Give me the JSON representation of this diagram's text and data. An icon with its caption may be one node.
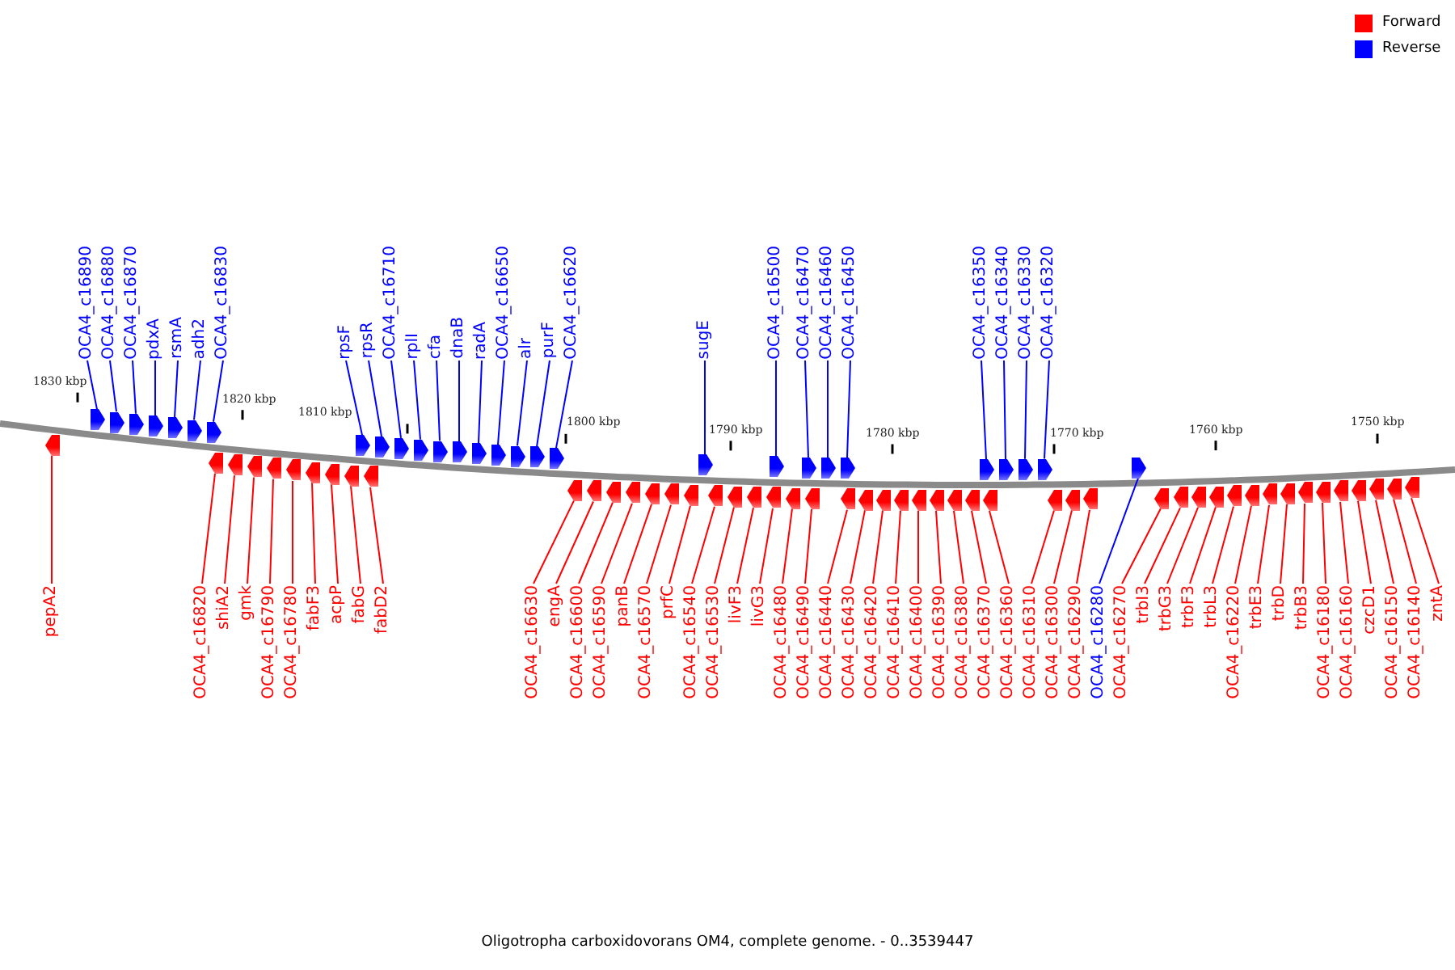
{
  "diagram": {
    "caption": "Oligotropha carboxidovorans OM4, complete genome. - 0..3539447",
    "nodes": [
      {
        "text": [
          "OCA4_c16890"
        ]
      },
      {
        "text": [
          "OCA4_c16880"
        ]
      },
      {
        "text": [
          "OCA4_c16870"
        ]
      },
      {
        "text": [
          "pdxA"
        ]
      },
      {
        "text": [
          "rsmA"
        ]
      },
      {
        "text": [
          "adh2"
        ]
      },
      {
        "text": [
          "OCA4_c16830"
        ]
      },
      {
        "text": [
          "rpsF"
        ]
      },
      {
        "text": [
          "rpsR"
        ]
      },
      {
        "text": [
          "OCA4_c16710"
        ]
      },
      {
        "text": [
          "rplI"
        ]
      },
      {
        "text": [
          "cfa"
        ]
      },
      {
        "text": [
          "dnaB"
        ]
      },
      {
        "text": [
          "radA"
        ]
      },
      {
        "text": [
          "OCA4_c16650"
        ]
      },
      {
        "text": [
          "alr"
        ]
      },
      {
        "text": [
          "purF"
        ]
      },
      {
        "text": [
          "OCA4_c16620"
        ]
      },
      {
        "text": [
          "sugE"
        ]
      },
      {
        "text": [
          "OCA4_c16500"
        ]
      },
      {
        "text": [
          "OCA4_c16470"
        ]
      },
      {
        "text": [
          "OCA4_c16460"
        ]
      },
      {
        "text": [
          "OCA4_c16450"
        ]
      },
      {
        "text": [
          "OCA4_c16350"
        ]
      },
      {
        "text": [
          "OCA4_c16340"
        ]
      },
      {
        "text": [
          "OCA4_c16330"
        ]
      },
      {
        "text": [
          "OCA4_c16320"
        ]
      },
      {
        "text": [
          "pepA2"
        ]
      },
      {
        "text": [
          "OCA4_c16820"
        ]
      },
      {
        "text": [
          "shiA2"
        ]
      },
      {
        "text": [
          "gmk"
        ]
      },
      {
        "text": [
          "OCA4_c16790"
        ]
      },
      {
        "text": [
          "OCA4_c16780"
        ]
      },
      {
        "text": [
          "fabF3"
        ]
      },
      {
        "text": [
          "acpP"
        ]
      },
      {
        "text": [
          "fabG"
        ]
      },
      {
        "text": [
          "fabD2"
        ]
      },
      {
        "text": [
          "OCA4_c16630"
        ]
      },
      {
        "text": [
          "engA"
        ]
      },
      {
        "text": [
          "OCA4_c16600"
        ]
      },
      {
        "text": [
          "OCA4_c16590"
        ]
      },
      {
        "text": [
          "panB"
        ]
      },
      {
        "text": [
          "OCA4_c16570"
        ]
      },
      {
        "text": [
          "prfC"
        ]
      },
      {
        "text": [
          "OCA4_c16540"
        ]
      },
      {
        "text": [
          "OCA4_c16530"
        ]
      },
      {
        "text": [
          "livF3"
        ]
      },
      {
        "text": [
          "livG3"
        ]
      },
      {
        "text": [
          "OCA4_c16480"
        ]
      },
      {
        "text": [
          "OCA4_c16490"
        ]
      },
      {
        "text": [
          "OCA4_c16440"
        ]
      },
      {
        "text": [
          "OCA4_c16430"
        ]
      },
      {
        "text": [
          "OCA4_c16420"
        ]
      },
      {
        "text": [
          "OCA4_c16410"
        ]
      },
      {
        "text": [
          "OCA4_c16400"
        ]
      },
      {
        "text": [
          "OCA4_c16390"
        ]
      },
      {
        "text": [
          "OCA4_c16380"
        ]
      },
      {
        "text": [
          "OCA4_c16370"
        ]
      },
      {
        "text": [
          "OCA4_c16360"
        ]
      },
      {
        "text": [
          "OCA4_c16310"
        ]
      },
      {
        "text": [
          "OCA4_c16300"
        ]
      },
      {
        "text": [
          "OCA4_c16290"
        ]
      },
      {
        "text": [
          "OCA4_c16280"
        ]
      },
      {
        "text": [
          "OCA4_c16270"
        ]
      },
      {
        "text": [
          "trbI3"
        ]
      },
      {
        "text": [
          "trbG3"
        ]
      },
      {
        "text": [
          "trbF3"
        ]
      },
      {
        "text": [
          "trbL3"
        ]
      },
      {
        "text": [
          "OCA4_c16220"
        ]
      },
      {
        "text": [
          "trbE3"
        ]
      },
      {
        "text": [
          "trbD"
        ]
      },
      {
        "text": [
          "trbB3"
        ]
      },
      {
        "text": [
          "OCA4_c16180"
        ]
      },
      {
        "text": [
          "OCA4_c16160"
        ]
      },
      {
        "text": [
          "czcD1"
        ]
      },
      {
        "text": [
          "OCA4_c16150"
        ]
      },
      {
        "text": [
          "OCA4_c16140"
        ]
      },
      {
        "text": [
          "zntA"
        ]
      },
      {
        "text": [],
        "shape": "arrow"
      },
      {
        "text": [],
        "shape": "arrow"
      },
      {
        "text": [],
        "shape": "arrow"
      },
      {
        "text": [],
        "shape": "arrow"
      },
      {
        "text": [],
        "shape": "arrow"
      },
      {
        "text": [],
        "shape": "arrow"
      },
      {
        "text": [],
        "shape": "arrow"
      },
      {
        "text": [],
        "shape": "arrow"
      },
      {
        "text": [],
        "shape": "arrow"
      },
      {
        "text": [],
        "shape": "arrow"
      },
      {
        "text": [],
        "shape": "arrow"
      },
      {
        "text": [],
        "shape": "arrow"
      },
      {
        "text": [],
        "shape": "arrow"
      },
      {
        "text": [],
        "shape": "arrow"
      },
      {
        "text": [],
        "shape": "arrow"
      },
      {
        "text": [],
        "shape": "arrow"
      },
      {
        "text": [],
        "shape": "arrow"
      },
      {
        "text": [],
        "shape": "arrow"
      },
      {
        "text": [],
        "shape": "arrow"
      },
      {
        "text": [],
        "shape": "arrow"
      },
      {
        "text": [],
        "shape": "arrow"
      },
      {
        "text": [],
        "shape": "arrow"
      },
      {
        "text": [],
        "shape": "arrow"
      },
      {
        "text": [],
        "shape": "arrow"
      },
      {
        "text": [],
        "shape": "arrow"
      },
      {
        "text": [],
        "shape": "arrow"
      },
      {
        "text": [],
        "shape": "arrow"
      },
      {
        "text": [],
        "shape": "arrow"
      },
      {
        "text": [],
        "shape": "arrow"
      },
      {
        "text": [],
        "shape": "arrow"
      },
      {
        "text": [],
        "shape": "arrow"
      },
      {
        "text": [],
        "shape": "arrow"
      },
      {
        "text": [],
        "shape": "arrow"
      },
      {
        "text": [],
        "shape": "arrow"
      },
      {
        "text": [],
        "shape": "arrow"
      },
      {
        "text": [],
        "shape": "arrow"
      },
      {
        "text": [],
        "shape": "arrow"
      },
      {
        "text": [],
        "shape": "arrow"
      },
      {
        "text": [],
        "shape": "arrow"
      },
      {
        "text": [],
        "shape": "arrow"
      },
      {
        "text": [],
        "shape": "arrow"
      },
      {
        "text": [],
        "shape": "arrow"
      },
      {
        "text": [],
        "shape": "arrow"
      },
      {
        "text": [],
        "shape": "arrow"
      },
      {
        "text": [],
        "shape": "arrow"
      },
      {
        "text": [],
        "shape": "arrow"
      },
      {
        "text": [],
        "shape": "arrow"
      },
      {
        "text": [],
        "shape": "arrow"
      },
      {
        "text": [],
        "shape": "arrow"
      },
      {
        "text": [],
        "shape": "arrow"
      },
      {
        "text": [],
        "shape": "arrow"
      },
      {
        "text": [],
        "shape": "arrow"
      },
      {
        "text": [],
        "shape": "arrow"
      },
      {
        "text": [],
        "shape": "arrow"
      },
      {
        "text": [],
        "shape": "arrow"
      },
      {
        "text": [],
        "shape": "arrow"
      },
      {
        "text": [],
        "shape": "arrow"
      },
      {
        "text": [],
        "shape": "arrow"
      },
      {
        "text": [],
        "shape": "arrow"
      },
      {
        "text": [],
        "shape": "arrow"
      },
      {
        "text": [],
        "shape": "arrow"
      },
      {
        "text": [],
        "shape": "arrow"
      },
      {
        "text": [],
        "shape": "arrow"
      },
      {
        "text": [],
        "shape": "arrow"
      },
      {
        "text": [],
        "shape": "arrow"
      },
      {
        "text": [],
        "shape": "arrow"
      },
      {
        "text": [],
        "shape": "arrow"
      },
      {
        "text": [],
        "shape": "arrow"
      },
      {
        "text": [],
        "shape": "arrow"
      },
      {
        "text": [],
        "shape": "arrow"
      },
      {
        "text": [],
        "shape": "arrow"
      },
      {
        "text": [],
        "shape": "arrow"
      },
      {
        "text": [],
        "shape": "arrow"
      },
      {
        "text": [],
        "shape": "arrow"
      },
      {
        "text": [],
        "shape": "arrow"
      },
      {
        "text": [],
        "shape": "arrow"
      },
      {
        "text": [],
        "shape": "arrow"
      },
      {
        "text": [],
        "shape": "arrow"
      }
    ],
    "edges": [
      {
        "from": 0,
        "to": 79,
        "arrow": "none",
        "color": "#0000ff"
      },
      {
        "from": 1,
        "to": 80,
        "arrow": "none",
        "color": "#0000ff"
      },
      {
        "from": 2,
        "to": 81,
        "arrow": "none",
        "color": "#0000ff"
      },
      {
        "from": 3,
        "to": 82,
        "arrow": "none",
        "color": "#0000ff"
      },
      {
        "from": 4,
        "to": 83,
        "arrow": "none",
        "color": "#0000ff"
      },
      {
        "from": 5,
        "to": 84,
        "arrow": "none",
        "color": "#0000ff"
      },
      {
        "from": 6,
        "to": 85,
        "arrow": "none",
        "color": "#0000ff"
      },
      {
        "from": 7,
        "to": 94,
        "arrow": "none",
        "color": "#0000ff"
      },
      {
        "from": 8,
        "to": 96,
        "arrow": "none",
        "color": "#0000ff"
      },
      {
        "from": 9,
        "to": 97,
        "arrow": "none",
        "color": "#0000ff"
      },
      {
        "from": 10,
        "to": 98,
        "arrow": "none",
        "color": "#0000ff"
      },
      {
        "from": 11,
        "to": 99,
        "arrow": "none",
        "color": "#0000ff"
      },
      {
        "from": 12,
        "to": 100,
        "arrow": "none",
        "color": "#0000ff"
      },
      {
        "from": 13,
        "to": 101,
        "arrow": "none",
        "color": "#0000ff"
      },
      {
        "from": 14,
        "to": 102,
        "arrow": "none",
        "color": "#0000ff"
      },
      {
        "from": 15,
        "to": 103,
        "arrow": "none",
        "color": "#0000ff"
      },
      {
        "from": 16,
        "to": 104,
        "arrow": "none",
        "color": "#0000ff"
      },
      {
        "from": 17,
        "to": 105,
        "arrow": "none",
        "color": "#0000ff"
      },
      {
        "from": 18,
        "to": 113,
        "arrow": "none",
        "color": "#0000ff"
      },
      {
        "from": 19,
        "to": 118,
        "arrow": "none",
        "color": "#0000ff"
      },
      {
        "from": 20,
        "to": 120,
        "arrow": "none",
        "color": "#0000ff"
      },
      {
        "from": 21,
        "to": 122,
        "arrow": "none",
        "color": "#0000ff"
      },
      {
        "from": 22,
        "to": 123,
        "arrow": "none",
        "color": "#0000ff"
      },
      {
        "from": 23,
        "to": 132,
        "arrow": "none",
        "color": "#0000ff"
      },
      {
        "from": 24,
        "to": 134,
        "arrow": "none",
        "color": "#0000ff"
      },
      {
        "from": 25,
        "to": 135,
        "arrow": "none",
        "color": "#0000ff"
      },
      {
        "from": 26,
        "to": 136,
        "arrow": "none",
        "color": "#0000ff"
      },
      {
        "from": 27,
        "to": 78,
        "arrow": "none"
      },
      {
        "from": 28,
        "to": 86,
        "arrow": "none"
      },
      {
        "from": 29,
        "to": 87,
        "arrow": "none"
      },
      {
        "from": 30,
        "to": 88,
        "arrow": "none"
      },
      {
        "from": 31,
        "to": 89,
        "arrow": "none"
      },
      {
        "from": 32,
        "to": 90,
        "arrow": "none"
      },
      {
        "from": 33,
        "to": 91,
        "arrow": "none"
      },
      {
        "from": 34,
        "to": 92,
        "arrow": "none"
      },
      {
        "from": 35,
        "to": 93,
        "arrow": "none"
      },
      {
        "from": 36,
        "to": 95,
        "arrow": "none"
      },
      {
        "from": 37,
        "to": 106,
        "arrow": "none"
      },
      {
        "from": 38,
        "to": 107,
        "arrow": "none"
      },
      {
        "from": 39,
        "to": 108,
        "arrow": "none"
      },
      {
        "from": 40,
        "to": 109,
        "arrow": "none"
      },
      {
        "from": 41,
        "to": 110,
        "arrow": "none"
      },
      {
        "from": 42,
        "to": 111,
        "arrow": "none"
      },
      {
        "from": 43,
        "to": 112,
        "arrow": "none"
      },
      {
        "from": 44,
        "to": 114,
        "arrow": "none"
      },
      {
        "from": 45,
        "to": 115,
        "arrow": "none"
      },
      {
        "from": 46,
        "to": 116,
        "arrow": "none"
      },
      {
        "from": 47,
        "to": 117,
        "arrow": "none"
      },
      {
        "from": 48,
        "to": 119,
        "arrow": "none"
      },
      {
        "from": 49,
        "to": 121,
        "arrow": "none"
      },
      {
        "from": 50,
        "to": 124,
        "arrow": "none"
      },
      {
        "from": 51,
        "to": 125,
        "arrow": "none"
      },
      {
        "from": 52,
        "to": 126,
        "arrow": "none"
      },
      {
        "from": 53,
        "to": 127,
        "arrow": "none"
      },
      {
        "from": 54,
        "to": 128,
        "arrow": "none"
      },
      {
        "from": 55,
        "to": 129,
        "arrow": "none"
      },
      {
        "from": 56,
        "to": 130,
        "arrow": "none"
      },
      {
        "from": 57,
        "to": 131,
        "arrow": "none"
      },
      {
        "from": 58,
        "to": 133,
        "arrow": "none"
      },
      {
        "from": 59,
        "to": 137,
        "arrow": "none"
      },
      {
        "from": 60,
        "to": 138,
        "arrow": "none"
      },
      {
        "from": 61,
        "to": 139,
        "arrow": "none"
      },
      {
        "from": 62,
        "to": 140,
        "arrow": "none",
        "color": "#0000ff"
      },
      {
        "from": 63,
        "to": 141,
        "arrow": "none"
      },
      {
        "from": 64,
        "to": 142,
        "arrow": "none"
      },
      {
        "from": 65,
        "to": 143,
        "arrow": "none"
      },
      {
        "from": 66,
        "to": 144,
        "arrow": "none"
      },
      {
        "from": 67,
        "to": 145,
        "arrow": "none"
      },
      {
        "from": 68,
        "to": 146,
        "arrow": "none"
      },
      {
        "from": 69,
        "to": 147,
        "arrow": "none"
      },
      {
        "from": 70,
        "to": 148,
        "arrow": "none"
      },
      {
        "from": 71,
        "to": 149,
        "arrow": "none"
      },
      {
        "from": 72,
        "to": 150,
        "arrow": "none"
      },
      {
        "from": 73,
        "to": 151,
        "arrow": "none"
      },
      {
        "from": 74,
        "to": 152,
        "arrow": "none"
      },
      {
        "from": 75,
        "to": 153,
        "arrow": "none"
      },
      {
        "from": 76,
        "to": 154,
        "arrow": "none"
      },
      {
        "from": 77,
        "to": 155,
        "arrow": "none"
      }
    ],
    "labels": [
      "1830 kbp",
      "1820 kbp",
      "1810 kbp",
      "1800 kbp",
      "1790 kbp",
      "1780 kbp",
      "1770 kbp",
      "1760 kbp",
      "1750 kbp"
    ],
    "legend": [
      {
        "text": "Forward",
        "color": "#ff0000"
      },
      {
        "text": "Reverse",
        "color": "#0000ff"
      }
    ]
  }
}
